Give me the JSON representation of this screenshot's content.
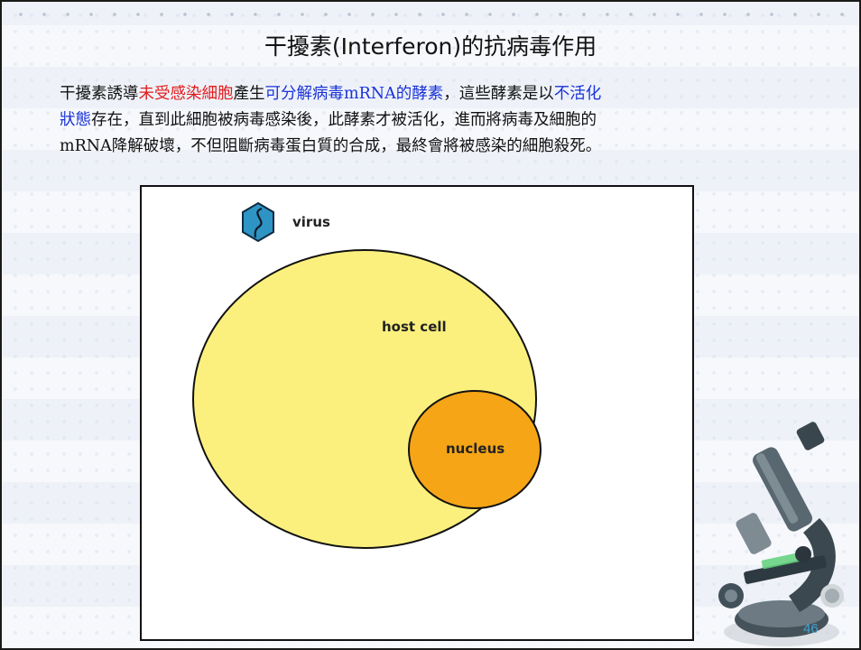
{
  "slide": {
    "title": "干擾素(Interferon)的抗病毒作用",
    "body": {
      "line1": {
        "s1": "干擾素誘導",
        "s2": "未受感染細胞",
        "s3": "產生",
        "s4": "可分解病毒mRNA的酵素",
        "s5": "，這些酵素是以",
        "s6": "不活化"
      },
      "line2": {
        "s1": "狀態",
        "s2": "存在，直到此細胞被病毒感染後，此酵素才被活化，進而將病毒及細胞的"
      },
      "line3": {
        "s1": "mRNA降解破壞，不但阻斷病毒蛋白質的合成，最終會將被感染的細胞殺死。"
      }
    },
    "diagram": {
      "virus_label": "virus",
      "host_cell_label": "host cell",
      "nucleus_label": "nucleus",
      "colors": {
        "host_cell_fill": "#fbf07d",
        "nucleus_fill": "#f6a516",
        "virus_fill": "#2e94c4"
      }
    },
    "decor": {
      "microscope_icon": "microscope-illustration"
    },
    "page_number": "46"
  }
}
